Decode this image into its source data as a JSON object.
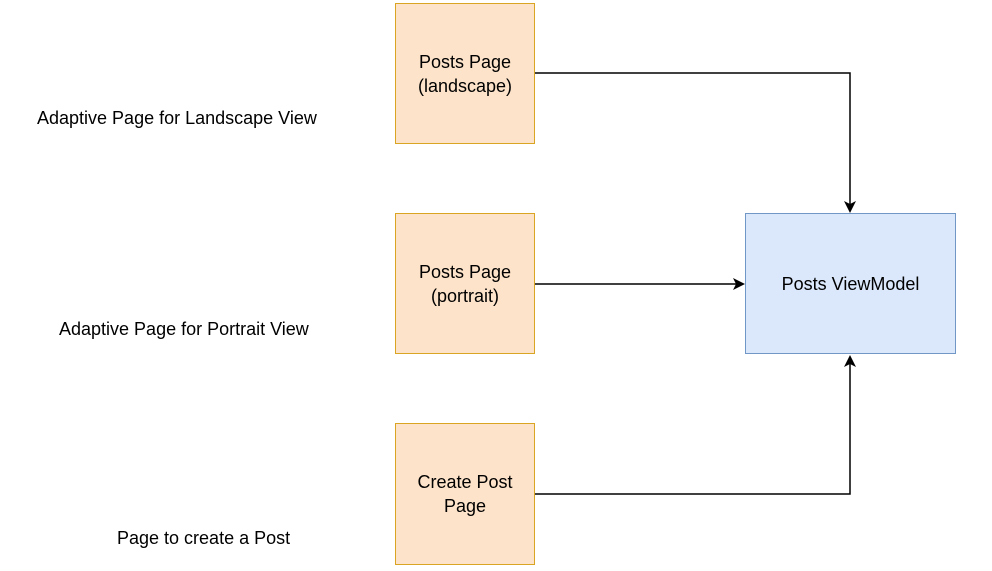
{
  "nodes": {
    "posts_landscape": {
      "line1": "Posts Page",
      "line2": "(landscape)"
    },
    "posts_portrait": {
      "line1": "Posts Page",
      "line2": "(portrait)"
    },
    "create_post": {
      "line1": "Create Post",
      "line2": "Page"
    },
    "posts_viewmodel": {
      "label": "Posts ViewModel"
    }
  },
  "annotations": {
    "landscape": "Adaptive Page for Landscape View",
    "portrait": "Adaptive Page for Portrait View",
    "create": "Page to create a Post"
  },
  "edges": [
    {
      "from": "Posts Page (landscape)",
      "to": "Posts ViewModel"
    },
    {
      "from": "Posts Page (portrait)",
      "to": "Posts ViewModel"
    },
    {
      "from": "Create Post Page",
      "to": "Posts ViewModel"
    }
  ],
  "colors": {
    "page_fill": "#fde3c9",
    "page_border": "#d9a523",
    "viewmodel_fill": "#dbe8fb",
    "viewmodel_border": "#7097c6",
    "edge": "#000000"
  }
}
